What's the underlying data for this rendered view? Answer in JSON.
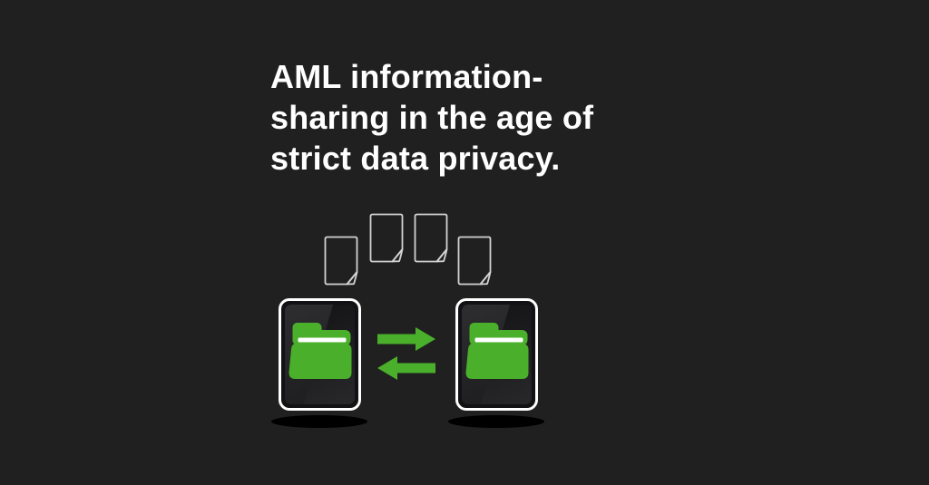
{
  "title": {
    "line1": "AML information-",
    "line2": "sharing in the age of",
    "line3": "strict data privacy."
  },
  "colors": {
    "background": "#202020",
    "title_text": "#ffffff",
    "accent_green": "#4aaf2b",
    "folder_stripe": "#ffffff",
    "document_outline": "#d2d2d2",
    "device_border": "#ffffff",
    "device_bezel": "#121214",
    "shadow": "#000000"
  },
  "illustration": {
    "documents_count": 4,
    "devices": [
      {
        "position": "left",
        "icon": "folder-icon"
      },
      {
        "position": "right",
        "icon": "folder-icon"
      }
    ],
    "arrows": [
      {
        "direction": "right"
      },
      {
        "direction": "left"
      }
    ]
  }
}
